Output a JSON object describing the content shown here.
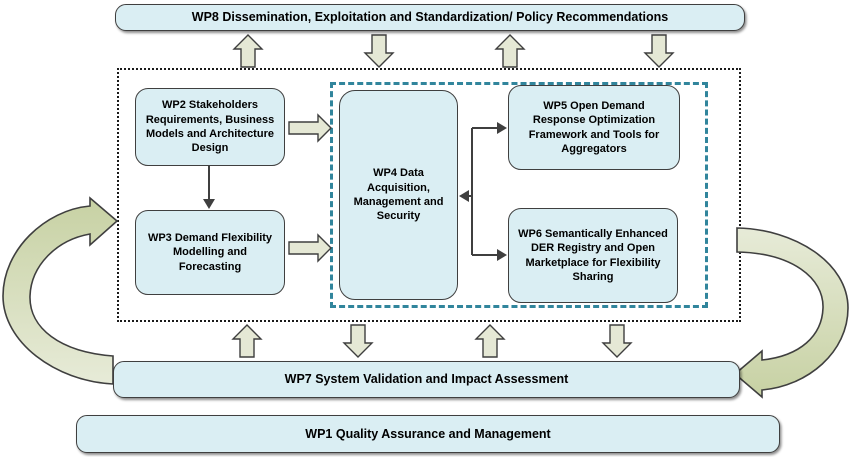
{
  "bars": {
    "wp8": "WP8 Dissemination, Exploitation and Standardization/ Policy Recommendations",
    "wp7": "WP7 System Validation and Impact Assessment",
    "wp1": "WP1 Quality Assurance and Management"
  },
  "boxes": {
    "wp2": "WP2 Stakeholders Requirements, Business Models and Architecture Design",
    "wp3": "WP3 Demand Flexibility Modelling and Forecasting",
    "wp4": "WP4 Data Acquisition, Management and Security",
    "wp5": "WP5 Open Demand Response Optimization Framework and Tools for Aggregators",
    "wp6": "WP6 Semantically Enhanced DER Registry and Open Marketplace for Flexibility Sharing"
  },
  "colors": {
    "box_fill": "#daeef3",
    "line": "#3f3f3f",
    "text": "#000000",
    "block_arrow_fill": "#e5e8d5",
    "curve_light": "#e7ebd8",
    "curve_dark": "#c7d1a3",
    "dashed_border": "#31859c",
    "dotted_border": "#1a1a1a",
    "background": "#ffffff"
  }
}
